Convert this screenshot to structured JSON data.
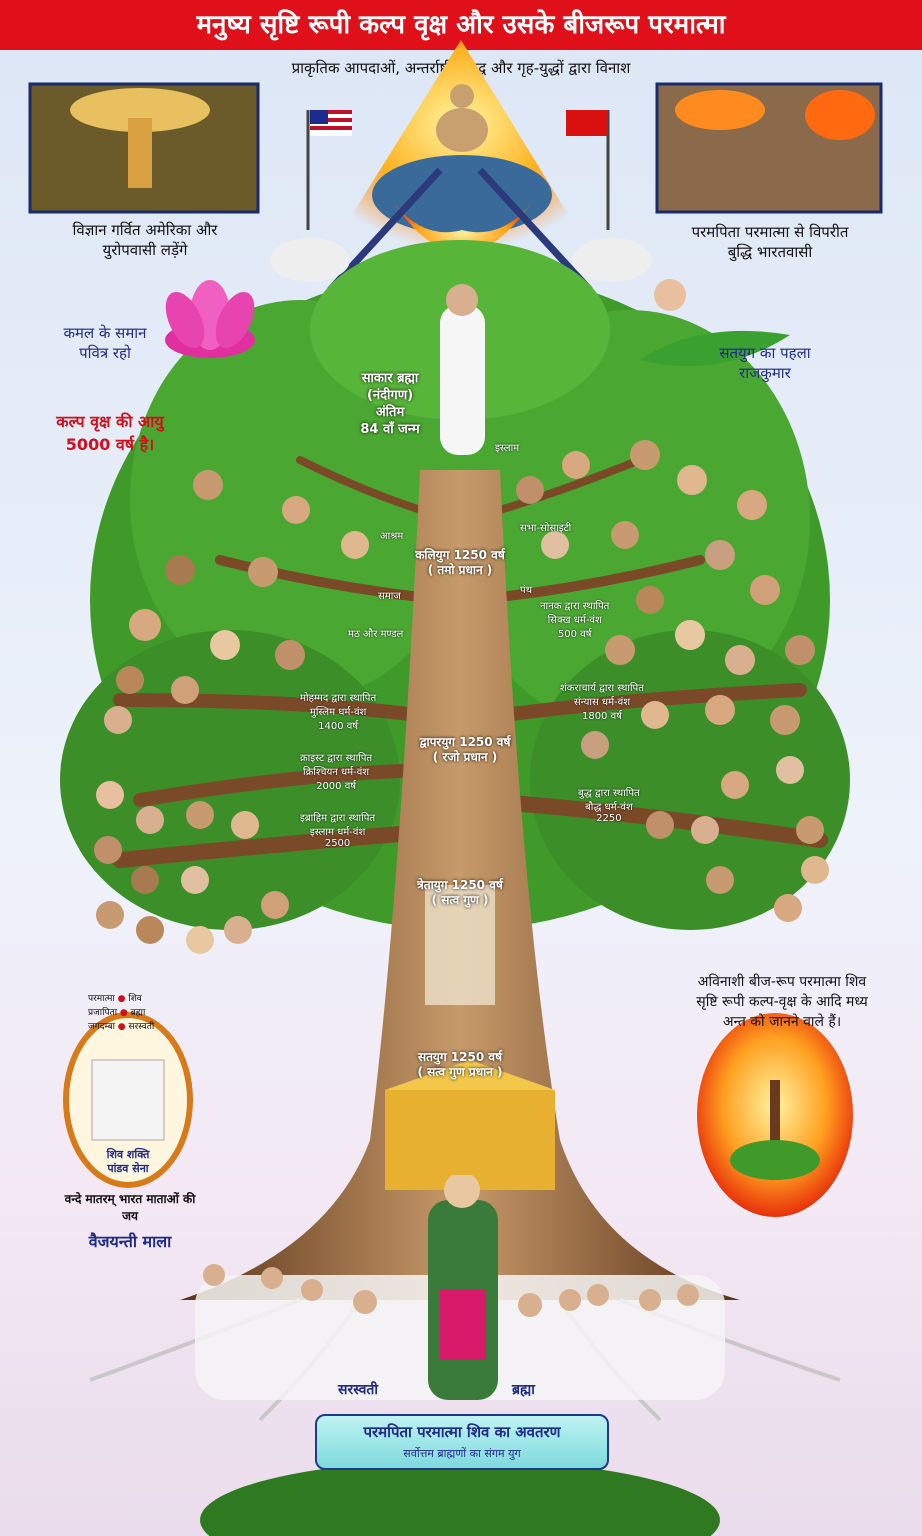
{
  "title": "मनुष्य सृष्टि रूपी कल्प वृक्ष और उसके बीजरूप परमात्मा",
  "subtitle": "प्राकृतिक आपदाओं, अन्तर्राष्ट्रीय युद्ध और गृह-युद्धों द्वारा विनाश",
  "top_left_caption": "विज्ञान गर्वित अमेरिका और\nयुरोपवासी लड़ेंगे",
  "top_right_caption": "परमपिता परमात्मा से विपरीत\nबुद्धि भारतवासी",
  "lotus_caption": "कमल के समान\nपवित्र रहो",
  "kalpa_age": "कल्प वृक्ष की आयु\n5000 वर्ष है।",
  "first_prince": "सतयुग का पहला\nराजकुमार",
  "brahma_label": "साकार ब्रह्मा\n(नंदीगण)\nअंतिम\n84 वाँ जन्म",
  "kaliyug": "कलियुग 1250 वर्ष\n( तमो प्रधान )",
  "dwaparyug": "द्वापरयुग 1250 वर्ष\n( रजो प्रधान )",
  "tretayug": "त्रेतायुग 1250 वर्ष\n( सत्व गुण )",
  "satyug": "सतयुग 1250 वर्ष\n( सत्व गुण प्रधान )",
  "branches": {
    "b1": "इस्लाम",
    "b2": "आश्रम",
    "b3": "समाज",
    "b4": "मठ और मण्डल",
    "b5": "सभा-सोसाइटी",
    "b6": "पंथ",
    "b7": "मोहम्मद द्वारा स्थापित\nमुस्लिम धर्म-वंश\n1400 वर्ष",
    "b8": "क्राइस्ट द्वारा स्थापित\nक्रिश्चियन धर्म-वंश\n2000 वर्ष",
    "b9": "इब्राहिम द्वारा स्थापित\nइस्लाम धर्म-वंश\n2500",
    "b10": "नानक द्वारा स्थापित\nसिक्ख धर्म-वंश\n500 वर्ष",
    "b11": "शंकराचार्य द्वारा स्थापित\nसंन्यास धर्म-वंश\n1800 वर्ष",
    "b12": "बुद्ध द्वारा स्थापित\nबौद्ध धर्म-वंश\n2250"
  },
  "right_seed_text": "अविनाशी बीज-रूप परमात्मा शिव\nसृष्टि रूपी कल्प-वृक्ष के आदि मध्य\nअन्त को जानने वाले हैं।",
  "legend": [
    "परमात्मा",
    "शिव",
    "प्रजापिता",
    "ब्रह्मा",
    "जगदम्बा",
    "सरस्वती"
  ],
  "medallion_inner": "शिव शक्ति\nपांडव सेना",
  "medallion_ring": "वन्दे मातरम् भारत माताओं की जय",
  "vaijayanti": "वैजयन्ती माला",
  "saraswati": "सरस्वती",
  "brahma": "ब्रह्मा",
  "banner_title": "परमपिता परमात्मा शिव का अवतरण",
  "banner_sub": "सर्वोत्तम ब्राह्मणों का संगम युग",
  "colors": {
    "title_bg": "#e0101a",
    "leaf": "#3f9a2a",
    "trunk": "#7a4a28",
    "accent_blue": "#1e2a8c"
  }
}
